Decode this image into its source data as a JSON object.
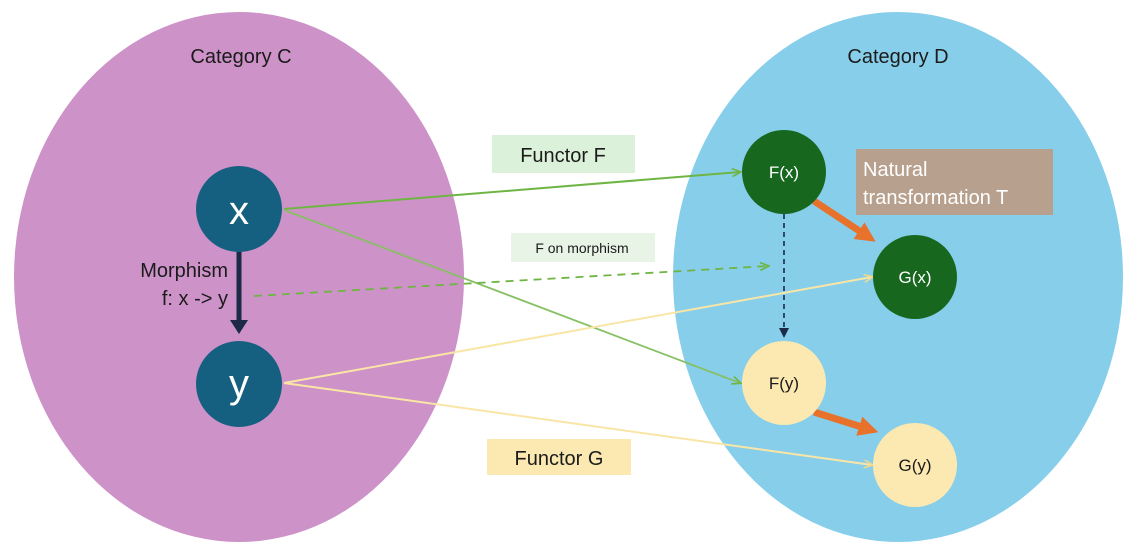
{
  "category_c": {
    "title": "Category C"
  },
  "category_d": {
    "title": "Category D"
  },
  "objects": {
    "x": "x",
    "y": "y",
    "fx": "F(x)",
    "fy": "F(y)",
    "gx": "G(x)",
    "gy": "G(y)"
  },
  "morphism": {
    "line1": "Morphism",
    "line2": "f: x -> y"
  },
  "functor_f": {
    "label": "Functor F"
  },
  "functor_g": {
    "label": "Functor G"
  },
  "f_on_morphism": {
    "label": "F on morphism"
  },
  "natural_transformation": {
    "line1": "Natural",
    "line2": "transformation T"
  },
  "colors": {
    "category_c_fill": "#cd92c8",
    "category_d_fill": "#87ceeb",
    "source_node": "#155f81",
    "dark_green_node": "#18671f",
    "pale_yellow_node": "#fbe9b1",
    "functor_f_arrow": "#6fb543",
    "functor_g_arrow": "#f9e6a6",
    "natural_arrow": "#e8722c",
    "functor_f_label_bg": "#dcf1d9",
    "functor_g_label_bg": "#fbe9b1",
    "natural_label_bg": "#b8a08e"
  }
}
